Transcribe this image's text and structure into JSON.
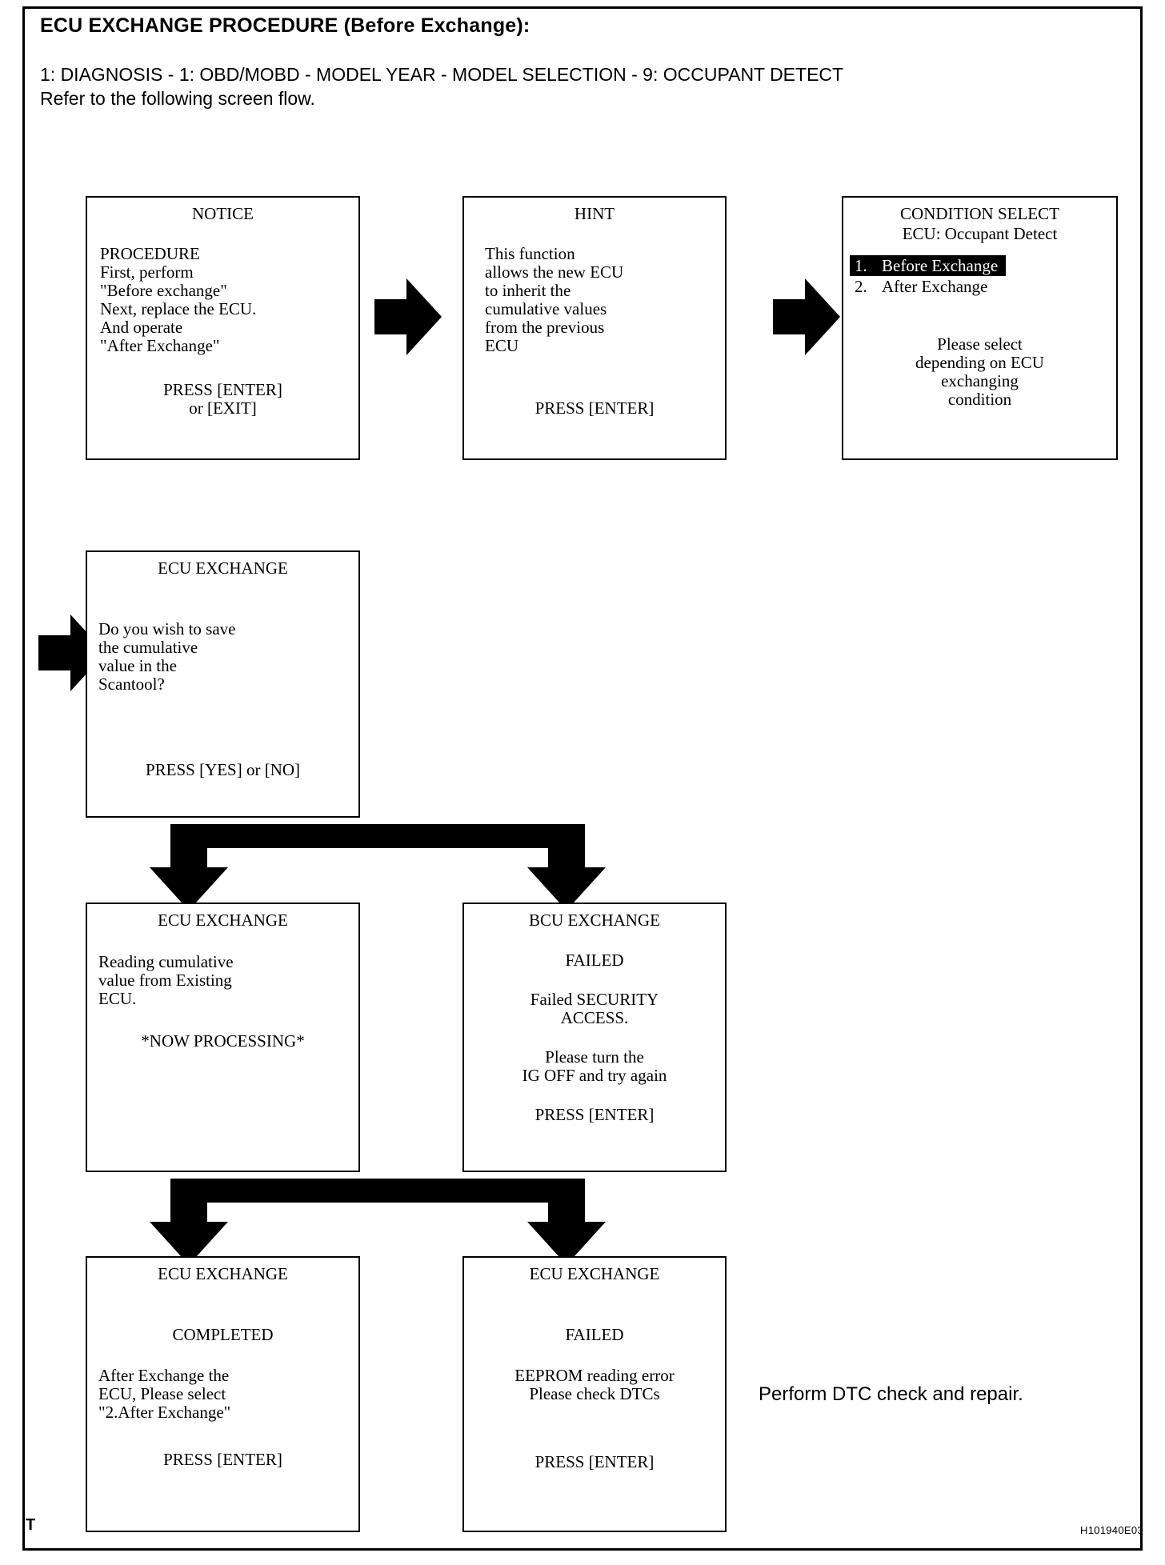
{
  "document": {
    "title": "ECU EXCHANGE PROCEDURE (Before Exchange):",
    "path_line": "1: DIAGNOSIS - 1: OBD/MOBD - MODEL YEAR - MODEL SELECTION - 9: OCCUPANT DETECT",
    "sub_line": "Refer to the following screen flow.",
    "corner_mark": "T",
    "doc_code": "H101940E03",
    "note_text": "Perform DTC check and repair."
  },
  "screens": {
    "notice": {
      "title": "NOTICE",
      "body_lines": [
        "PROCEDURE",
        "First, perform",
        "\"Before exchange\"",
        "Next, replace the ECU.",
        "And operate",
        "\"After Exchange\""
      ],
      "footer_lines": [
        "PRESS [ENTER]",
        "or [EXIT]"
      ]
    },
    "hint": {
      "title": "HINT",
      "body_lines": [
        "This function",
        "allows the new ECU",
        "to inherit the",
        "cumulative values",
        "from the previous",
        "ECU"
      ],
      "footer_lines": [
        "PRESS [ENTER]"
      ]
    },
    "condition_select": {
      "title": "CONDITION SELECT",
      "subtitle": "ECU: Occupant Detect",
      "menu": [
        {
          "num": "1.",
          "label": "Before Exchange",
          "selected": true
        },
        {
          "num": "2.",
          "label": "After Exchange",
          "selected": false
        }
      ],
      "footer_lines": [
        "Please select",
        "depending on ECU",
        "exchanging",
        "condition"
      ]
    },
    "ecu_exchange_prompt": {
      "title": "ECU EXCHANGE",
      "body_lines": [
        "Do you wish to save",
        "the cumulative",
        "value in the",
        "Scantool?"
      ],
      "footer_lines": [
        "PRESS [YES] or [NO]"
      ]
    },
    "ecu_exchange_processing": {
      "title": "ECU EXCHANGE",
      "body_lines": [
        "Reading cumulative",
        "value from Existing",
        "ECU."
      ],
      "status_line": "*NOW PROCESSING*"
    },
    "ecu_exchange_failed_security": {
      "title": "BCU EXCHANGE",
      "status": "FAILED",
      "body_lines": [
        "Failed SECURITY",
        "ACCESS."
      ],
      "advice_lines": [
        "Please turn the",
        "IG OFF and try again"
      ],
      "footer_lines": [
        "PRESS [ENTER]"
      ]
    },
    "ecu_exchange_completed": {
      "title": "ECU EXCHANGE",
      "status": "COMPLETED",
      "body_lines": [
        "After Exchange the",
        "ECU, Please select",
        "\"2.After Exchange\""
      ],
      "footer_lines": [
        "PRESS [ENTER]"
      ]
    },
    "ecu_exchange_failed_eeprom": {
      "title": "ECU EXCHANGE",
      "status": "FAILED",
      "body_lines": [
        "EEPROM reading error",
        "Please check DTCs"
      ],
      "footer_lines": [
        "PRESS [ENTER]"
      ]
    }
  },
  "colors": {
    "ink": "#000000",
    "paper": "#ffffff",
    "highlight_bg": "#000000",
    "highlight_fg": "#ffffff"
  }
}
